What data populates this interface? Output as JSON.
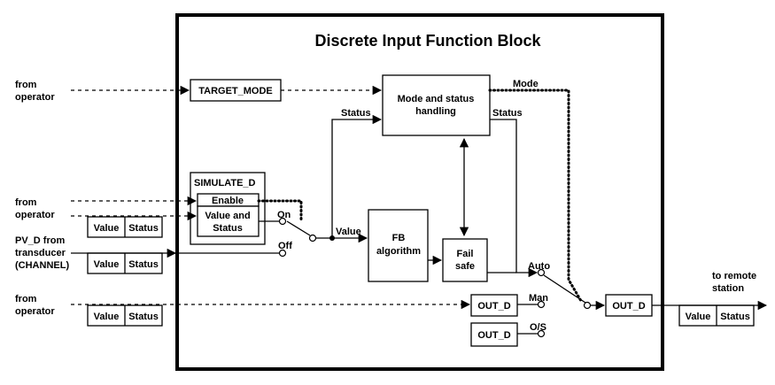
{
  "title": "Discrete Input Function Block",
  "left_labels": {
    "from_operator_1_line1": "from",
    "from_operator_1_line2": "operator",
    "from_operator_2_line1": "from",
    "from_operator_2_line2": "operator",
    "pv_line1": "PV_D from",
    "pv_line2": "transducer",
    "pv_line3": "(CHANNEL)",
    "from_operator_3_line1": "from",
    "from_operator_3_line2": "operator"
  },
  "value_status_pairs": {
    "value": "Value",
    "status": "Status"
  },
  "blocks": {
    "target_mode": "TARGET_MODE",
    "mode_status_line1": "Mode and status",
    "mode_status_line2": "handling",
    "simulate": "SIMULATE_D",
    "enable": "Enable",
    "value_and_line1": "Value and",
    "value_and_line2": "Status",
    "fb_line1": "FB",
    "fb_line2": "algorithm",
    "fail_line1": "Fail",
    "fail_line2": "safe",
    "out_d_man": "OUT_D",
    "out_d_os": "OUT_D",
    "out_d_main": "OUT_D"
  },
  "signal_labels": {
    "mode": "Mode",
    "status_left": "Status",
    "status_right": "Status",
    "value": "Value",
    "on": "On",
    "off": "Off",
    "auto": "Auto",
    "man": "Man",
    "os": "O/S"
  },
  "right_labels": {
    "line1": "to remote",
    "line2": "station"
  }
}
